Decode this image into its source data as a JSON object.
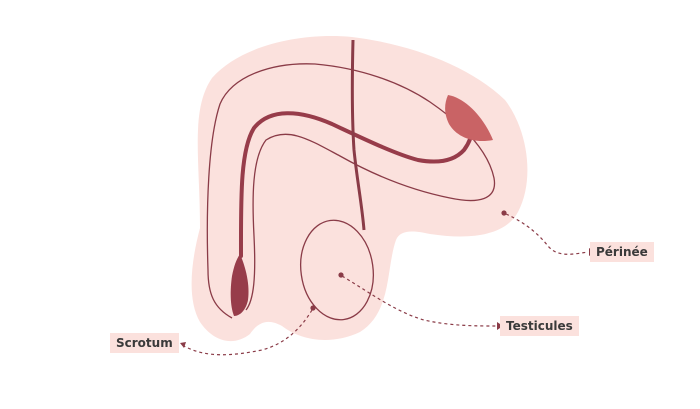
{
  "colors": {
    "body_fill": "#fbe1dd",
    "outline": "#8a3b47",
    "dark_fill": "#973c4a",
    "gland_fill": "#c96365",
    "leader": "#8a3b47",
    "label_bg": "#fbe1dd",
    "label_text": "#3a3a3a"
  },
  "labels": {
    "scrotum": "Scrotum",
    "testicules": "Testicules",
    "perinee": "Périnée"
  }
}
